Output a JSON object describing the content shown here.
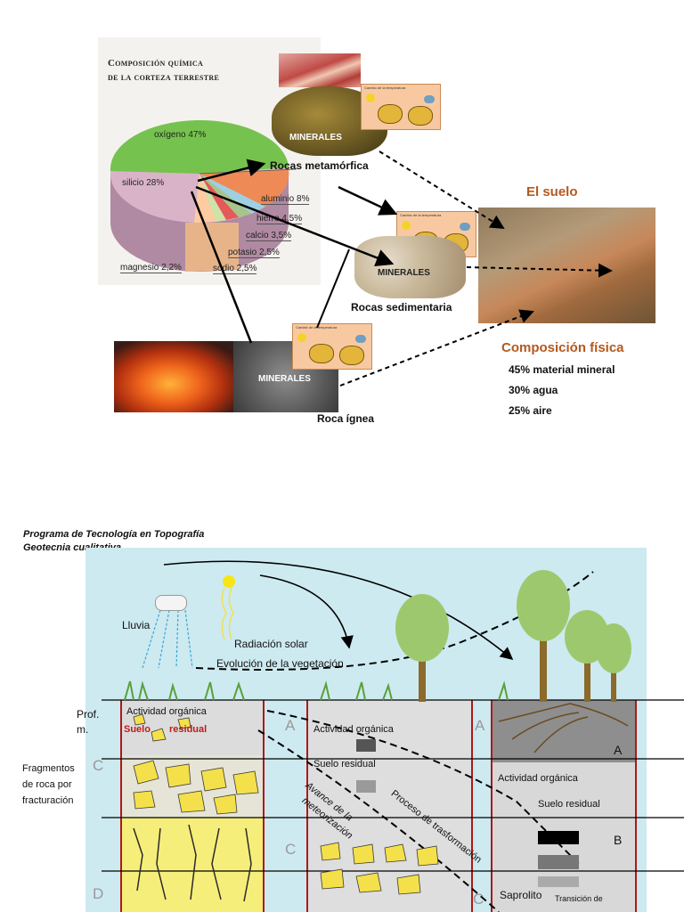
{
  "top": {
    "crust_title_line1": "Composición química",
    "crust_title_line2": "de la corteza terrestre",
    "pie": {
      "oxigeno": "oxígeno 47%",
      "silicio": "silicio 28%",
      "aluminio": "aluminio 8%",
      "hierro": "hierro 4,5%",
      "calcio": "calcio 3,5%",
      "potasio": "potasio 2,5%",
      "sodio": "sodio 2,5%",
      "magnesio": "magnesio 2,2%"
    },
    "minerales": "MINERALES",
    "process_caption": "Cambio de la temperatura",
    "rock_metamorphic": "Rocas metamórfica",
    "rock_sedimentary": "Rocas sedimentaria",
    "rock_igneous": "Roca ígnea",
    "soil_title": "El suelo",
    "physical_title": "Composición física",
    "physical_items": [
      "45% material mineral",
      "30% agua",
      "25% aire"
    ]
  },
  "bottom": {
    "program_line1": "Programa de Tecnología en Topografía",
    "program_line2": "Geotecnia cualitativa",
    "lluvia": "Lluvia",
    "radiacion": "Radiación solar",
    "evolucion": "Evolución de la vegetación",
    "prof": "Prof.",
    "m": "m.",
    "fragmentos_1": "Fragmentos",
    "fragmentos_2": "de roca por",
    "fragmentos_3": "fracturación",
    "actividad": "Actividad orgánica",
    "suelo_residual": "Suelo residual",
    "proceso": "Proceso de trasformación",
    "avance_1": "Avance de la",
    "avance_2": "meteorización",
    "saprolito": "Saprolito",
    "transicion": "Transición de",
    "letter_A": "A",
    "letter_B": "B",
    "letter_C": "C",
    "letter_D": "D"
  }
}
